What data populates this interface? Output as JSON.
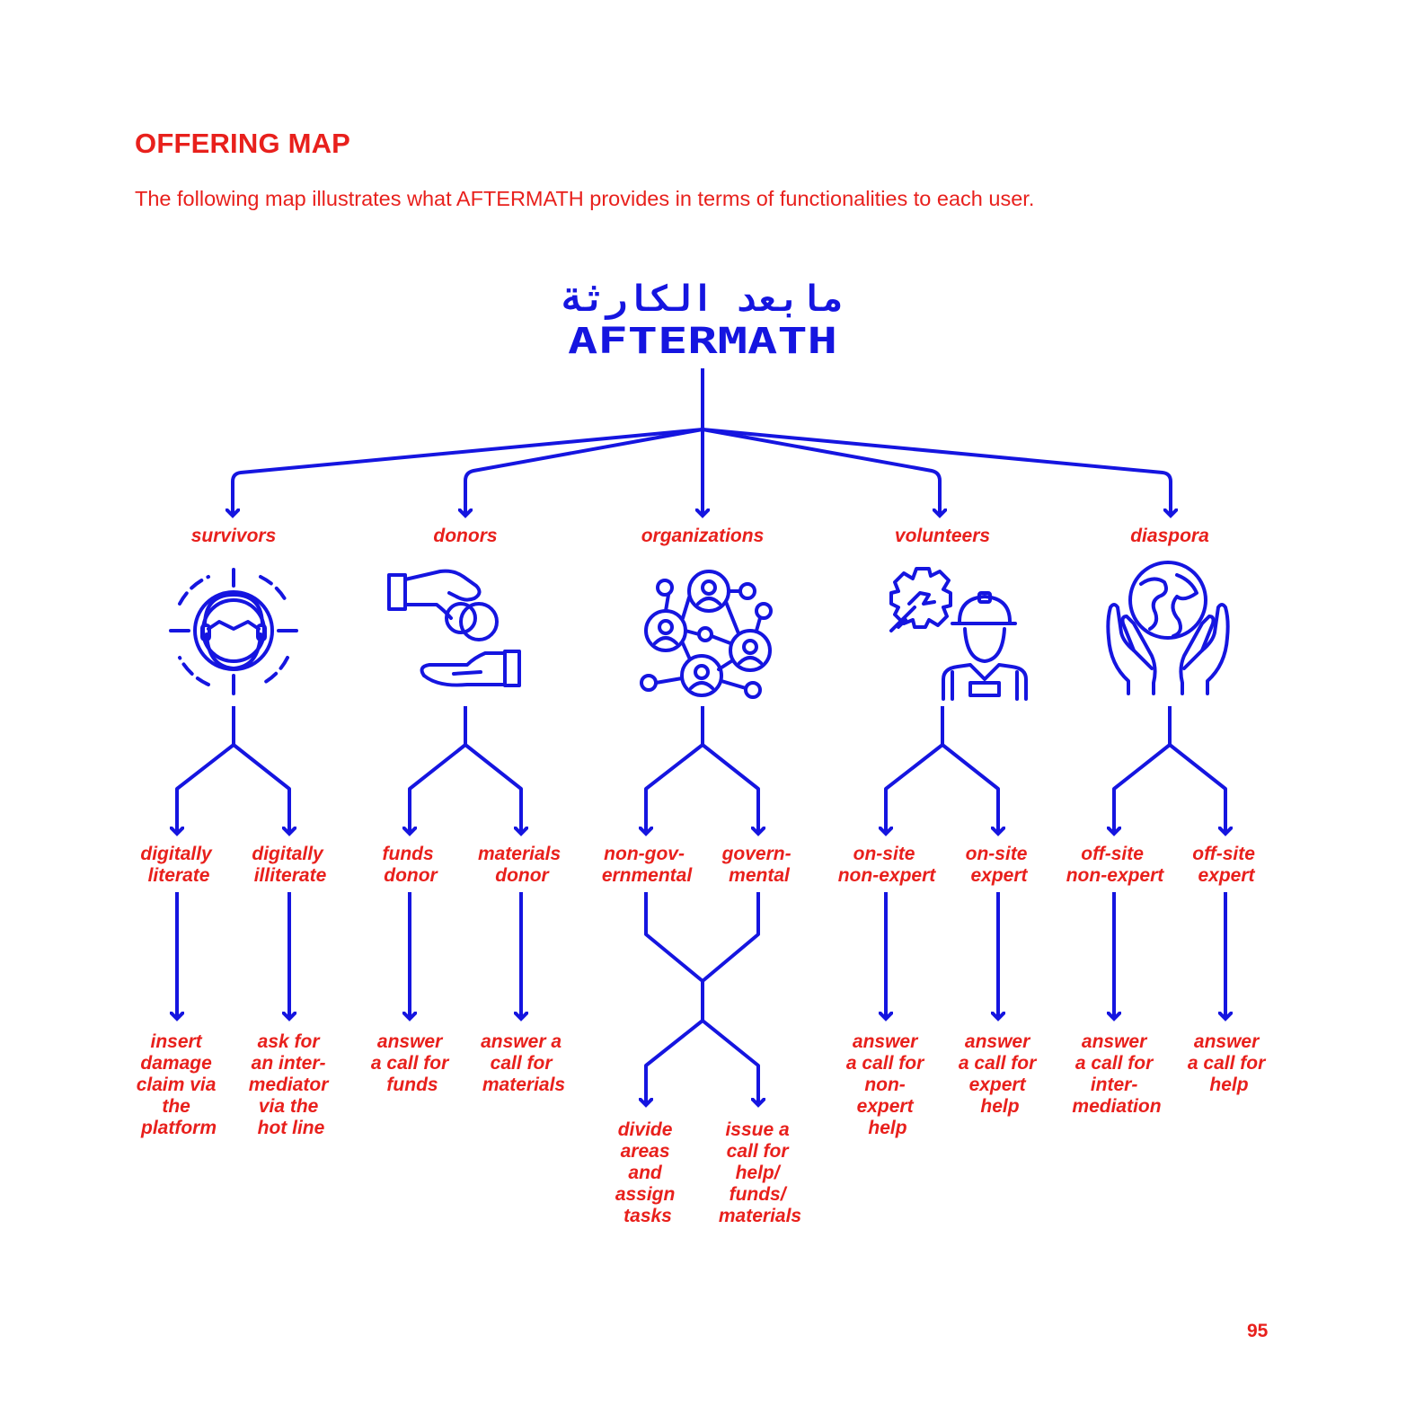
{
  "page": {
    "title": "OFFERING MAP",
    "subtitle": "The following map illustrates what AFTERMATH provides in terms of functionalities to each user.",
    "page_number": "95"
  },
  "logo": {
    "arabic": "مابعد الكارثة",
    "english": "AFTERMATH"
  },
  "colors": {
    "accent": "#e8201c",
    "lines": "#1515e0"
  },
  "users": [
    {
      "name": "survivors",
      "icon": "survivor-target-icon",
      "types": [
        {
          "label": [
            "digitally",
            "literate"
          ],
          "action": [
            "insert",
            "damage",
            "claim via",
            "the",
            "platform"
          ]
        },
        {
          "label": [
            "digitally",
            "illiterate"
          ],
          "action": [
            "ask for",
            "an inter-",
            "mediator",
            "via the",
            "hot line"
          ]
        }
      ]
    },
    {
      "name": "donors",
      "icon": "hand-coin-icon",
      "types": [
        {
          "label": [
            "funds",
            "donor"
          ],
          "action": [
            "answer",
            "a call for",
            "funds"
          ]
        },
        {
          "label": [
            "materials",
            "donor"
          ],
          "action": [
            "answer a",
            "call for",
            "materials"
          ]
        }
      ]
    },
    {
      "name": "organizations",
      "icon": "network-people-icon",
      "types": [
        {
          "label": [
            "non-gov-",
            "ernmental"
          ]
        },
        {
          "label": [
            "govern-",
            "mental"
          ]
        }
      ],
      "shared_actions": [
        [
          "divide",
          "areas",
          "and",
          "assign",
          "tasks"
        ],
        [
          "issue a",
          "call for",
          "help/",
          "funds/",
          "materials"
        ]
      ]
    },
    {
      "name": "volunteers",
      "icon": "worker-gear-icon",
      "types": [
        {
          "label": [
            "on-site",
            "non-expert"
          ],
          "action": [
            "answer",
            "a call for",
            "non-",
            "expert",
            "help"
          ]
        },
        {
          "label": [
            "on-site",
            "expert"
          ],
          "action": [
            "answer",
            "a call for",
            "expert",
            "help"
          ]
        }
      ]
    },
    {
      "name": "diaspora",
      "icon": "hands-globe-icon",
      "types": [
        {
          "label": [
            "off-site",
            "non-expert"
          ],
          "action": [
            "answer",
            "a call for",
            "inter-",
            "mediation"
          ]
        },
        {
          "label": [
            "off-site",
            "expert"
          ],
          "action": [
            "answer",
            "a call for",
            "help"
          ]
        }
      ]
    }
  ]
}
